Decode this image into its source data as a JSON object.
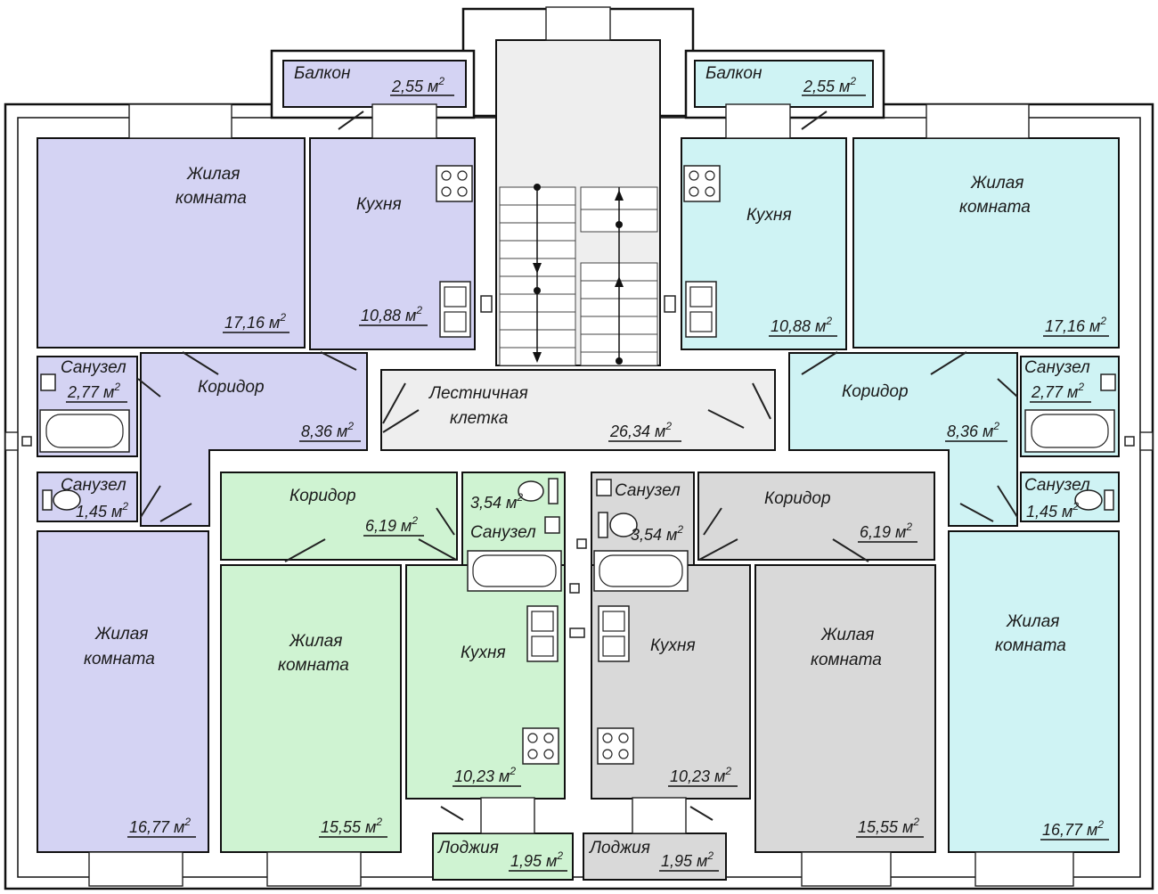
{
  "colors": {
    "apt_left_top": "#d4d3f3",
    "apt_right_top": "#cff3f4",
    "apt_left_bottom": "#cff3d2",
    "apt_right_bottom": "#d9d9d9",
    "stair": "#eeeeee",
    "wall": "#ffffff",
    "line": "#111111"
  },
  "rooms": {
    "bal_l": {
      "name": "Балкон",
      "area": "2,55 м",
      "sup": "2"
    },
    "bal_r": {
      "name": "Балкон",
      "area": "2,55 м",
      "sup": "2"
    },
    "liv_tl": {
      "name1": "Жилая",
      "name2": "комната",
      "area": "17,16 м",
      "sup": "2"
    },
    "kit_tl": {
      "name": "Кухня",
      "area": "10,88 м",
      "sup": "2"
    },
    "kit_tr": {
      "name": "Кухня",
      "area": "10,88 м",
      "sup": "2"
    },
    "liv_tr": {
      "name1": "Жилая",
      "name2": "комната",
      "area": "17,16 м",
      "sup": "2"
    },
    "bath_l": {
      "name": "Санузел",
      "area": "2,77 м",
      "sup": "2"
    },
    "cor_tl": {
      "name": "Коридор",
      "area": "8,36 м",
      "sup": "2"
    },
    "stairhall": {
      "name1": "Лестничная",
      "name2": "клетка",
      "area": "26,34 м",
      "sup": "2"
    },
    "cor_tr": {
      "name": "Коридор",
      "area": "8,36 м",
      "sup": "2"
    },
    "bath_r": {
      "name": "Санузел",
      "area": "2,77 м",
      "sup": "2"
    },
    "wc_l": {
      "name": "Санузел",
      "area": "1,45 м",
      "sup": "2"
    },
    "cor_bl": {
      "name": "Коридор",
      "area": "6,19 м",
      "sup": "2"
    },
    "bath_bl": {
      "name": "Санузел",
      "area": "3,54 м",
      "sup": "2"
    },
    "bath_br": {
      "name": "Санузел",
      "area": "3,54 м",
      "sup": "2"
    },
    "cor_br": {
      "name": "Коридор",
      "area": "6,19 м",
      "sup": "2"
    },
    "wc_r": {
      "name": "Санузел",
      "area": "1,45 м",
      "sup": "2"
    },
    "liv_bl": {
      "name1": "Жилая",
      "name2": "комната",
      "area": "16,77 м",
      "sup": "2"
    },
    "liv_bml": {
      "name1": "Жилая",
      "name2": "комната",
      "area": "15,55 м",
      "sup": "2"
    },
    "kit_bl": {
      "name": "Кухня",
      "area": "10,23 м",
      "sup": "2"
    },
    "kit_br": {
      "name": "Кухня",
      "area": "10,23 м",
      "sup": "2"
    },
    "liv_bmr": {
      "name1": "Жилая",
      "name2": "комната",
      "area": "15,55 м",
      "sup": "2"
    },
    "liv_br": {
      "name1": "Жилая",
      "name2": "комната",
      "area": "16,77 м",
      "sup": "2"
    },
    "log_l": {
      "name": "Лоджия",
      "area": "1,95 м",
      "sup": "2"
    },
    "log_r": {
      "name": "Лоджия",
      "area": "1,95 м",
      "sup": "2"
    }
  }
}
